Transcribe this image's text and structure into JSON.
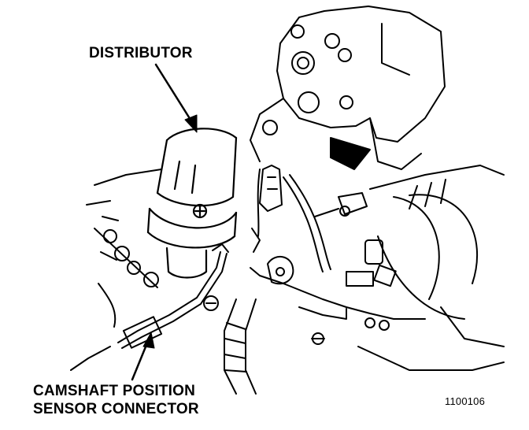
{
  "labels": {
    "distributor": "DISTRIBUTOR",
    "camshaft_line1": "CAMSHAFT POSITION",
    "camshaft_line2": "SENSOR CONNECTOR",
    "figure_number": "1100106"
  },
  "colors": {
    "ink": "#000000",
    "paper": "#ffffff"
  }
}
